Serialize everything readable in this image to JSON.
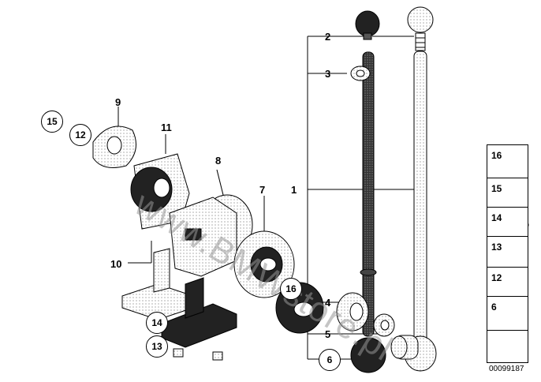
{
  "watermark": "www.BMWstore.pl",
  "document_number": "00099187",
  "callouts": [
    {
      "id": "c2",
      "text": "2"
    },
    {
      "id": "c3",
      "text": "3"
    },
    {
      "id": "c1",
      "text": "1"
    },
    {
      "id": "c4",
      "text": "4"
    },
    {
      "id": "c5",
      "text": "5"
    },
    {
      "id": "c6",
      "text": "6"
    },
    {
      "id": "c7",
      "text": "7"
    },
    {
      "id": "c8",
      "text": "8"
    },
    {
      "id": "c9",
      "text": "9"
    },
    {
      "id": "c10",
      "text": "10"
    },
    {
      "id": "c11",
      "text": "11"
    },
    {
      "id": "c12",
      "text": "12"
    },
    {
      "id": "c13",
      "text": "13"
    },
    {
      "id": "c14",
      "text": "14"
    },
    {
      "id": "c15",
      "text": "15"
    },
    {
      "id": "c16",
      "text": "16"
    }
  ],
  "legend": [
    {
      "number": "16",
      "icon": "clip-icon"
    },
    {
      "number": "15",
      "icon": "hex-nut-icon"
    },
    {
      "number": "14",
      "icon": "washer-icon"
    },
    {
      "number": "13",
      "icon": "hex-bolt-icon"
    },
    {
      "number": "12",
      "icon": "spring-washer-icon"
    },
    {
      "number": "6",
      "icon": "pin-icon"
    },
    {
      "number": "",
      "icon": "arrow-icon"
    }
  ]
}
